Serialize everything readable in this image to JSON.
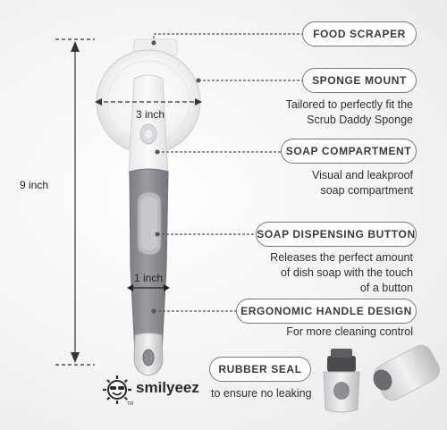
{
  "callouts": {
    "food_scraper": "FOOD SCRAPER",
    "sponge_mount": "SPONGE MOUNT",
    "sponge_mount_desc": [
      "Tailored to perfectly fit the",
      "Scrub Daddy Sponge"
    ],
    "soap_compartment": "SOAP COMPARTMENT",
    "soap_compartment_desc": [
      "Visual and leakproof",
      "soap compartment"
    ],
    "soap_button": "SOAP DISPENSING BUTTON",
    "soap_button_desc": [
      "Releases the perfect amount",
      "of dish soap with the touch",
      "of a button"
    ],
    "handle": "ERGONOMIC HANDLE DESIGN",
    "handle_desc": "For more cleaning control",
    "rubber_seal": "RUBBER SEAL",
    "rubber_seal_desc": "to ensure no leaking"
  },
  "dimensions": {
    "height": "9 inch",
    "head_width": "3 inch",
    "handle_width": "1 inch"
  },
  "brand": {
    "name": "smilyeez",
    "tm": "TM",
    "logo_icon": "smiling-sun-with-sunglasses-icon"
  },
  "colors": {
    "handle_grey": "#8d8f94",
    "callout_border": "#7a7a7a",
    "text": "#2f2f2f"
  }
}
